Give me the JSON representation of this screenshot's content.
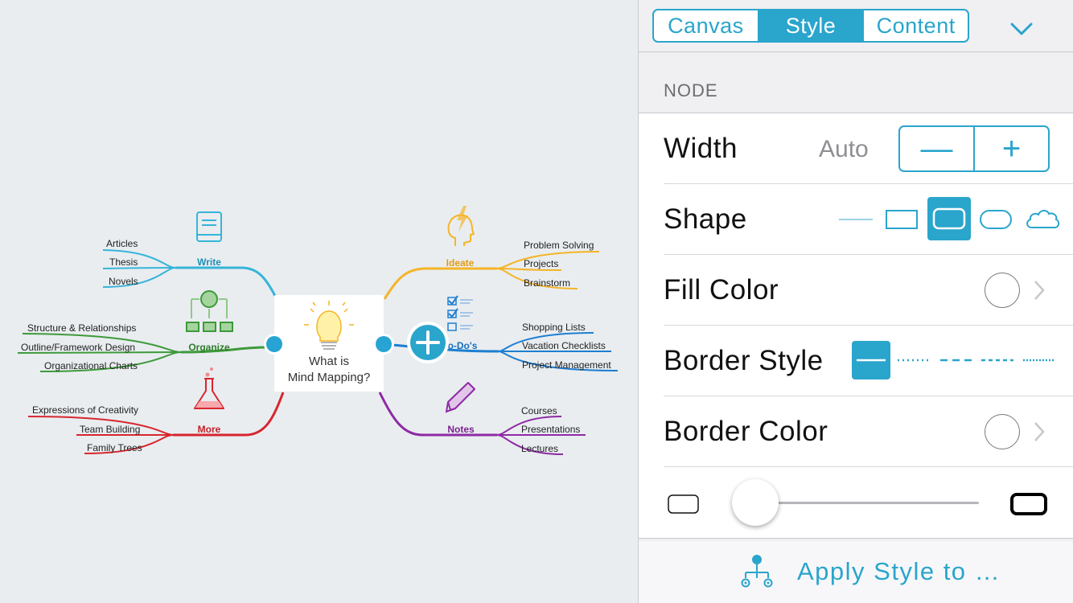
{
  "colors": {
    "accent": "#2aa5cc",
    "write": "#36b4d9",
    "organize": "#3d9a3a",
    "more": "#d8262f",
    "ideate": "#f5b427",
    "todos": "#1d7fd1",
    "notes": "#8e2aa5"
  },
  "mindmap": {
    "central": {
      "line1": "What is",
      "line2": "Mind Mapping?",
      "icon": "lightbulb-icon"
    },
    "branches": {
      "write": {
        "label": "Write",
        "icon": "book-icon",
        "items": [
          "Articles",
          "Thesis",
          "Novels"
        ]
      },
      "organize": {
        "label": "Organize",
        "icon": "hierarchy-icon",
        "items": [
          "Structure & Relationships",
          "Outline/Framework Design",
          "Organizational Charts"
        ]
      },
      "more": {
        "label": "More",
        "icon": "flask-icon",
        "items": [
          "Expressions of Creativity",
          "Team Building",
          "Family Trees"
        ]
      },
      "ideate": {
        "label": "Ideate",
        "icon": "head-lightning-icon",
        "items": [
          "Problem Solving",
          "Projects",
          "Brainstorm"
        ]
      },
      "todos": {
        "label": "o-Do's",
        "icon": "checklist-icon",
        "items": [
          "Shopping Lists",
          "Vacation Checklists",
          "Project Management"
        ]
      },
      "notes": {
        "label": "Notes",
        "icon": "pencil-icon",
        "items": [
          "Courses",
          "Presentations",
          "Lectures"
        ]
      }
    }
  },
  "panel": {
    "tabs": [
      "Canvas",
      "Style",
      "Content"
    ],
    "active_tab": "Style",
    "section": "NODE",
    "width": {
      "label": "Width",
      "value": "Auto",
      "minus": "—",
      "plus": "+"
    },
    "shape": {
      "label": "Shape",
      "selected": "rounded-rectangle"
    },
    "fill": {
      "label": "Fill Color"
    },
    "border_style": {
      "label": "Border Style",
      "selected": "solid"
    },
    "border_color": {
      "label": "Border Color"
    },
    "border_width_slider": 0.0,
    "apply": "Apply Style to …"
  }
}
